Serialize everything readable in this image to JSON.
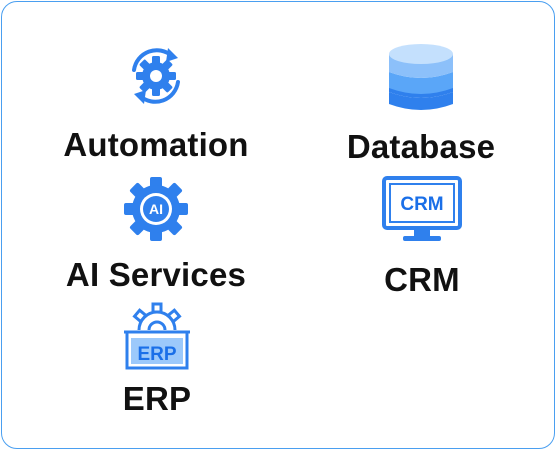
{
  "items": {
    "automation": {
      "label": "Automation",
      "icon": "gear-cycle-icon"
    },
    "ai_services": {
      "label": "AI Services",
      "icon": "ai-gear-icon",
      "icon_text": "AI"
    },
    "erp": {
      "label": "ERP",
      "icon": "erp-icon",
      "icon_text": "ERP"
    },
    "database": {
      "label": "Database",
      "icon": "database-icon"
    },
    "crm": {
      "label": "CRM",
      "icon": "crm-monitor-icon",
      "icon_text": "CRM"
    }
  },
  "colors": {
    "accent": "#2f80ed",
    "accent_light": "#9cc9fb",
    "accent_mid": "#5aa6f8",
    "accent_dark": "#1a6fe8",
    "border": "#4a9ff0",
    "text": "#111111"
  }
}
